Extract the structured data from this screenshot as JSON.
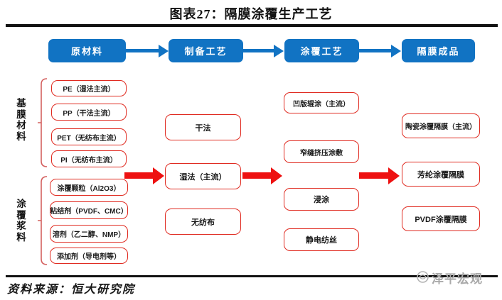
{
  "title": "图表27：隔膜涂覆生产工艺",
  "source": "资料来源：恒大研究院",
  "watermark": {
    "name": "泽平宏观"
  },
  "colors": {
    "flow_blue": "#1173c3",
    "arrow_red": "#ee1111",
    "box_border_red": "#e02b21",
    "bracket_red": "#d4605f",
    "watermark_gray": "#a9a9a9"
  },
  "flow_steps": [
    "原材料",
    "制备工艺",
    "涂覆工艺",
    "隔膜成品"
  ],
  "material_groups": [
    {
      "label": "基膜材料",
      "items": [
        "PE（湿法主流）",
        "PP（干法主流）",
        "PET（无纺布主流）",
        "PI（无纺布主流）"
      ]
    },
    {
      "label": "涂覆浆料",
      "items": [
        "涂覆颗粒（Al2O3）",
        "粘结剂（PVDF、CMC）",
        "溶剂（乙二醇、NMP）",
        "添加剂（导电剂等）"
      ]
    }
  ],
  "preparation_methods": [
    "干法",
    "湿法（主流）",
    "无纺布"
  ],
  "coating_methods": [
    "凹版辊涂（主流）",
    "窄缝挤压涂敷",
    "浸涂",
    "静电纺丝"
  ],
  "finished_products": [
    "陶瓷涂覆隔膜（主流）",
    "芳纶涂覆隔膜",
    "PVDF涂覆隔膜"
  ]
}
